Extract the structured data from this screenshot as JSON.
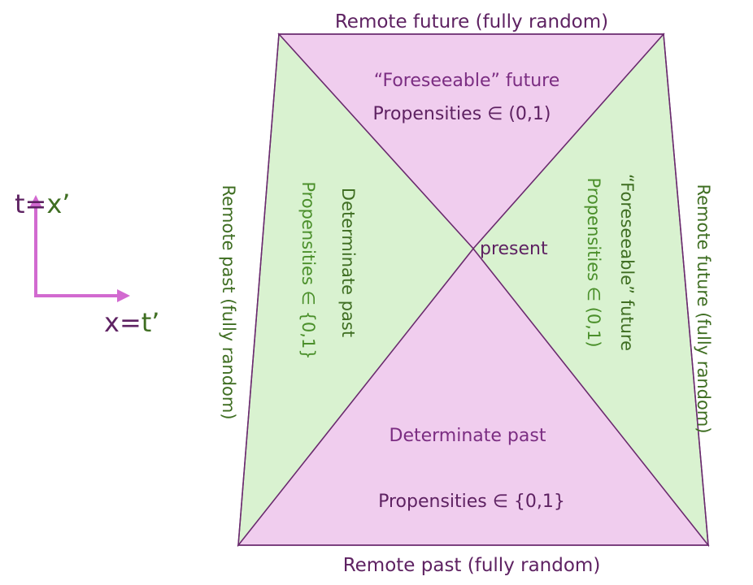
{
  "colors": {
    "purple_fill": "#f0cdee",
    "green_fill": "#d9f2d0",
    "edge": "#6a2a6e",
    "purple_text": "#7b2d82",
    "dark_purple_text": "#5e2262",
    "green_text": "#4a8f2a",
    "dark_green_text": "#3f6e22",
    "axis_arrow": "#d26ad0"
  },
  "axes": {
    "t_label_left": "t=",
    "t_label_right": "x’",
    "x_label_left": "x=",
    "x_label_right": "t’"
  },
  "edges": {
    "top": "Remote future (fully random)",
    "bottom": "Remote past (fully random)",
    "left": "Remote past (fully random)",
    "right": "Remote future (fully random)"
  },
  "center": {
    "label": "present"
  },
  "top_triangle": {
    "title": "“Foreseeable” future",
    "subtitle": "Propensities ∈ (0,1)"
  },
  "bottom_triangle": {
    "title": "Determinate past",
    "subtitle": "Propensities ∈ {0,1}"
  },
  "left_triangle": {
    "title": "Determinate past",
    "subtitle": "Propensities ∈ {0,1}"
  },
  "right_triangle": {
    "title": "“Foreseeable” future",
    "subtitle": "Propensities ∈ (0,1)"
  }
}
